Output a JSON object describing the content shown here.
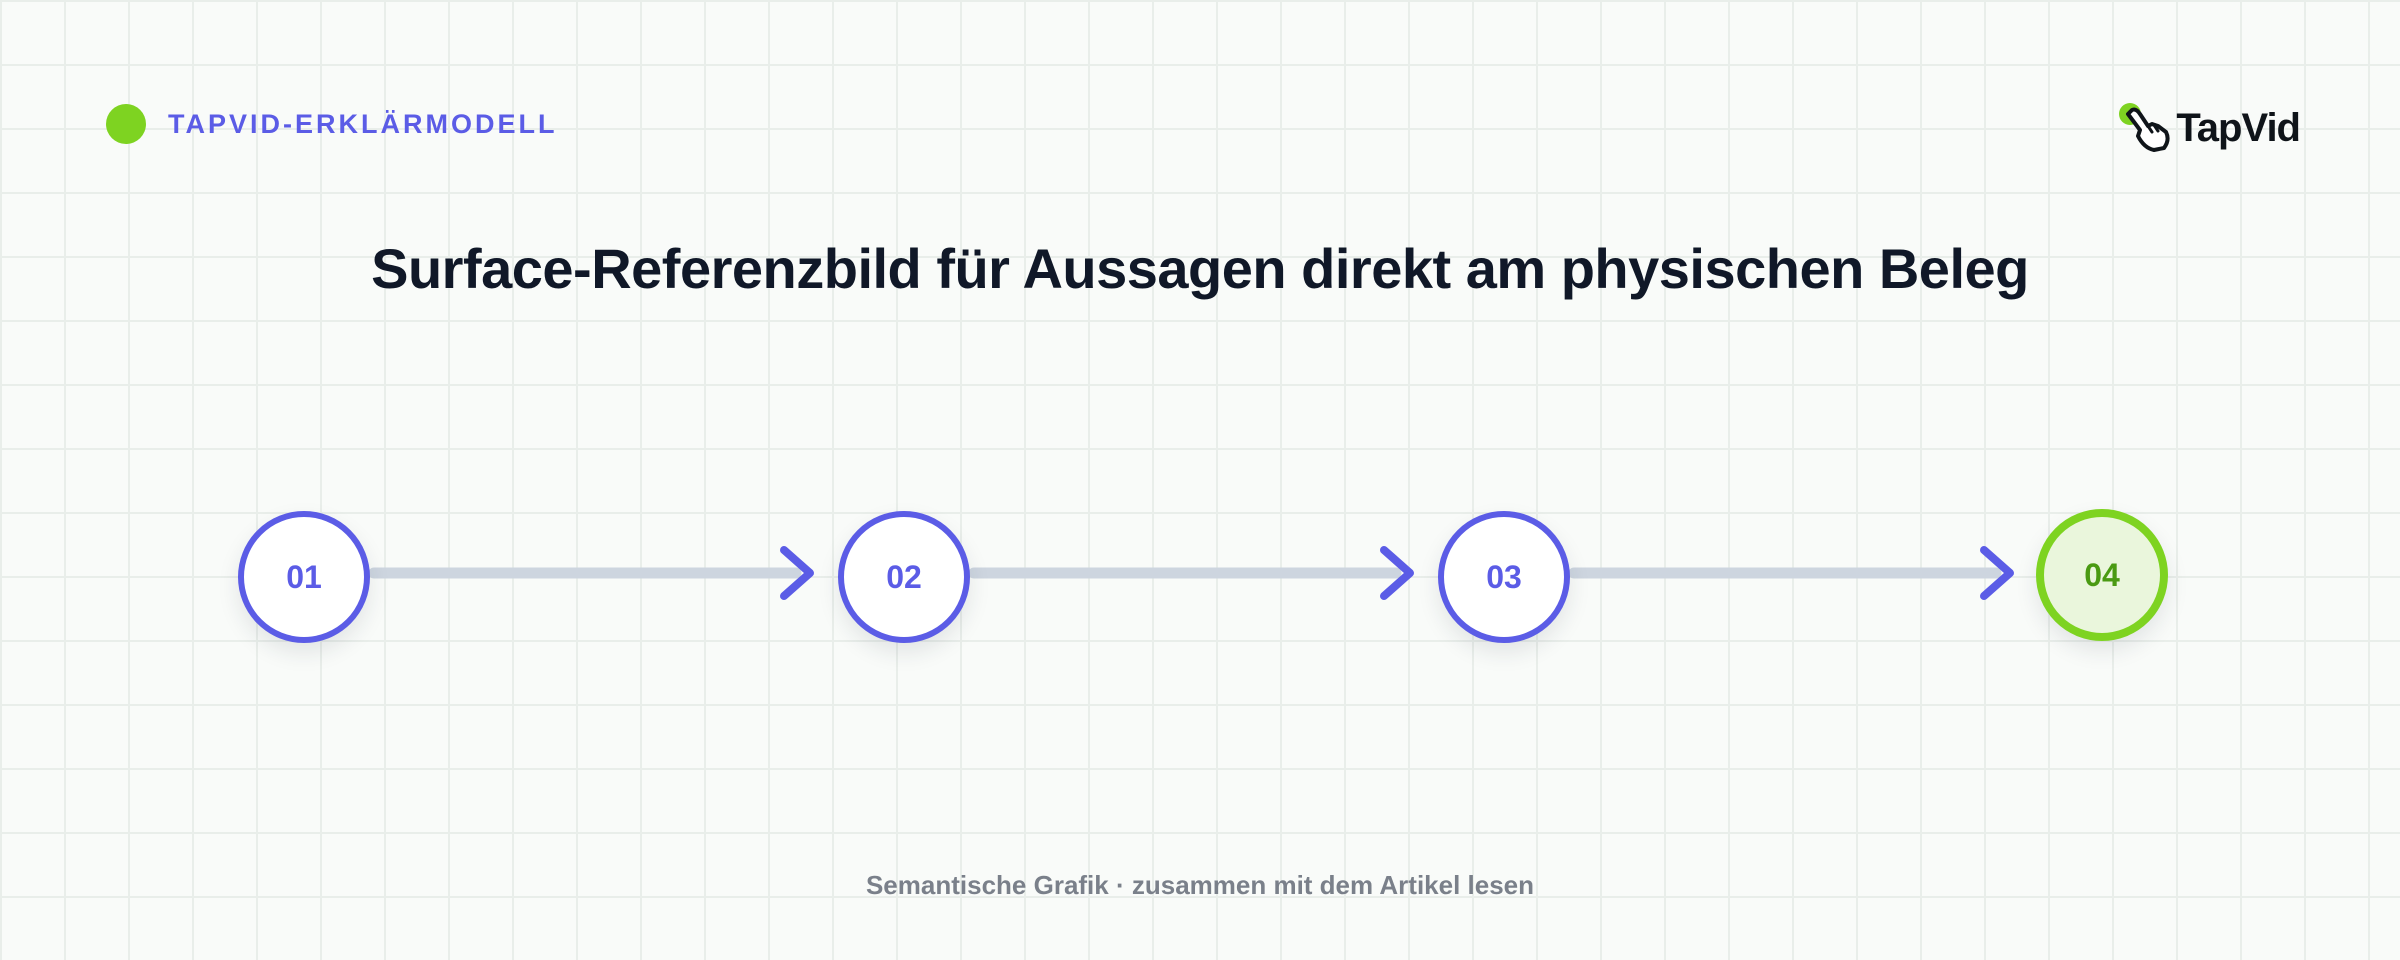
{
  "header": {
    "tag_label": "TAPVID-ERKLÄRMODELL",
    "logo_text": "TapVid"
  },
  "title": "Surface-Referenzbild für Aussagen direkt am physischen Beleg",
  "steps": [
    {
      "label": "01"
    },
    {
      "label": "02"
    },
    {
      "label": "03"
    },
    {
      "label": "04"
    }
  ],
  "footer": "Semantische Grafik · zusammen mit dem Artikel lesen",
  "colors": {
    "accent": "#5b5ce6",
    "highlight": "#7ed321",
    "connector": "#cdd5df",
    "title": "#101828",
    "muted": "#7a808a"
  }
}
